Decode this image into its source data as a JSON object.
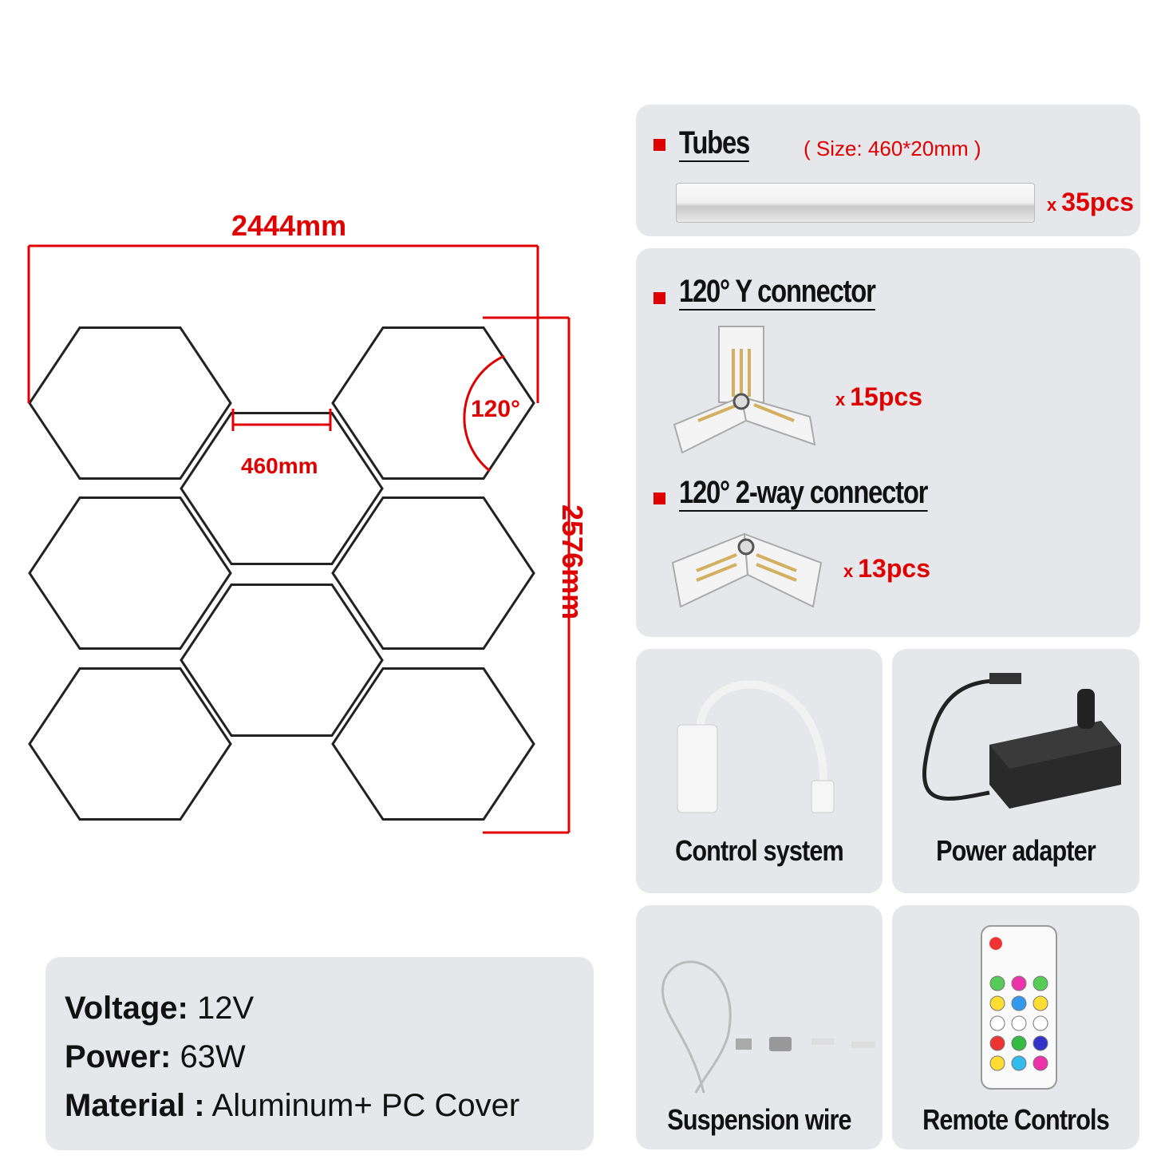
{
  "diagram": {
    "width_label": "2444mm",
    "height_label": "2576mm",
    "tube_length_label": "460mm",
    "angle_label": "120°",
    "hexagon_count": 8
  },
  "components": {
    "tubes": {
      "title": "Tubes",
      "size": "( Size: 460*20mm )",
      "qty_prefix": "x",
      "qty": "35pcs"
    },
    "y_connector": {
      "title": "120° Y connector",
      "qty_prefix": "x",
      "qty": "15pcs"
    },
    "two_way_connector": {
      "title": "120° 2-way connector",
      "qty_prefix": "x",
      "qty": "13pcs"
    },
    "control_system": {
      "caption": "Control system"
    },
    "power_adapter": {
      "caption": "Power adapter"
    },
    "suspension_wire": {
      "caption": "Suspension wire"
    },
    "remote_controls": {
      "caption": "Remote Controls"
    }
  },
  "specs": [
    {
      "label": "Voltage:",
      "value": "12V"
    },
    {
      "label": "Power:",
      "value": "63W"
    },
    {
      "label": "Material :",
      "value": "Aluminum+ PC Cover"
    }
  ],
  "colors": {
    "accent": "#e00000",
    "panel": "#e6e7ea"
  }
}
